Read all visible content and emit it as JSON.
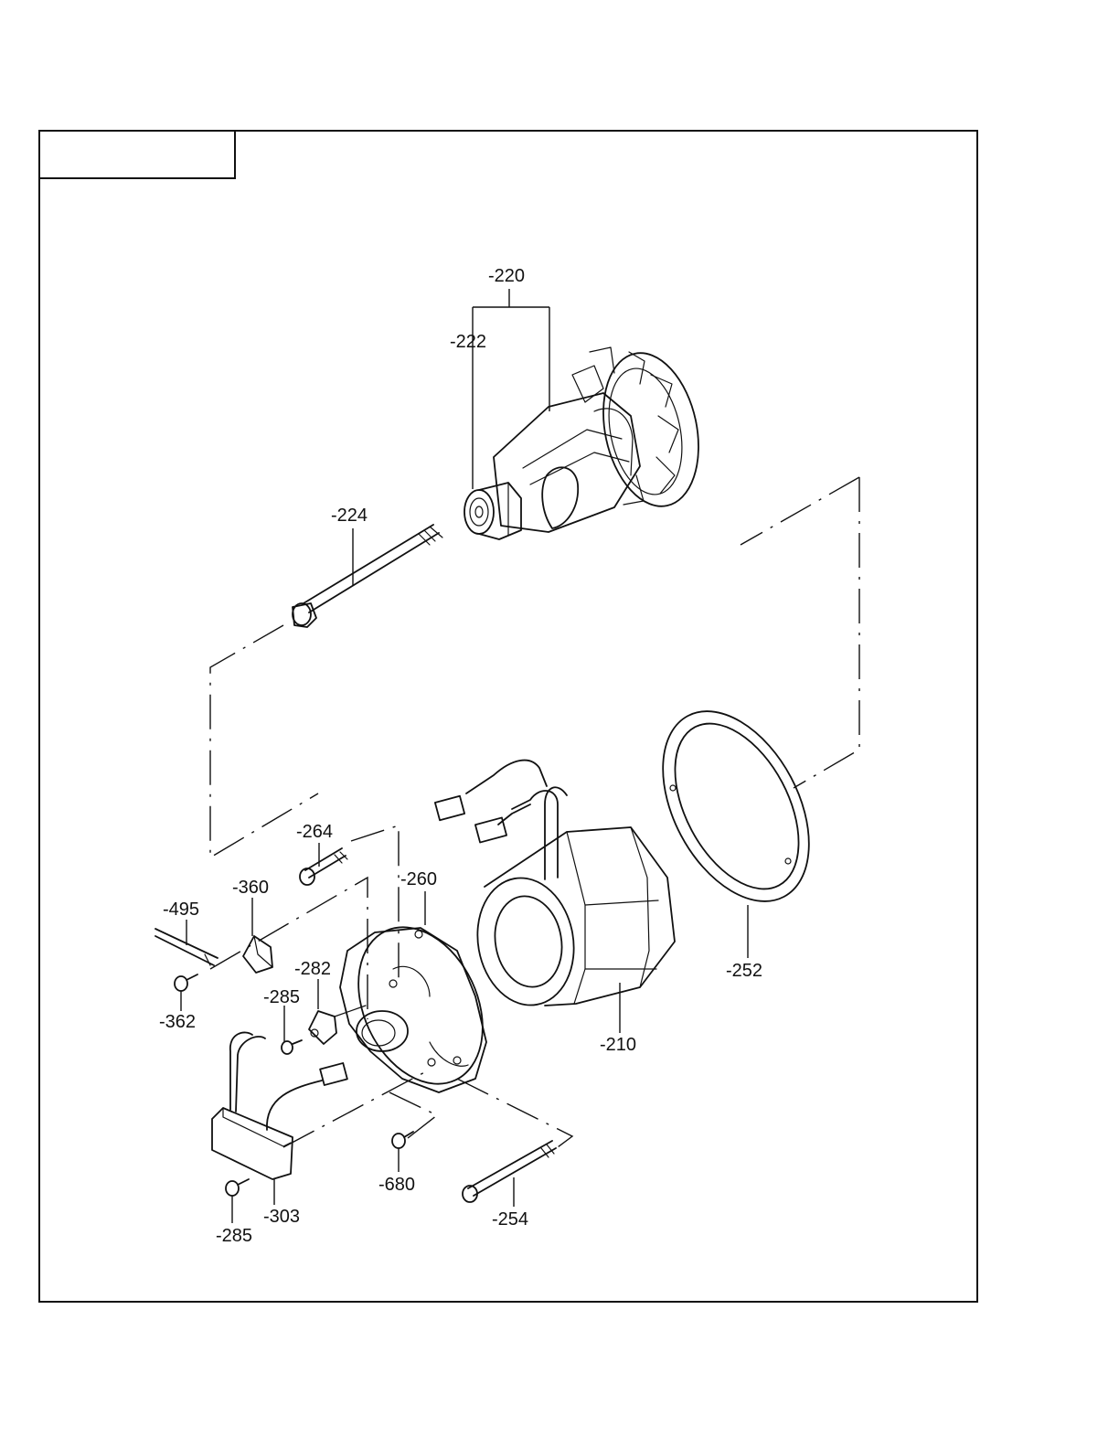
{
  "title_box": {
    "text": ""
  },
  "parts": [
    {
      "id": "p220",
      "label": "-220"
    },
    {
      "id": "p222",
      "label": "-222"
    },
    {
      "id": "p224",
      "label": "-224"
    },
    {
      "id": "p264",
      "label": "-264"
    },
    {
      "id": "p260",
      "label": "-260"
    },
    {
      "id": "p360",
      "label": "-360"
    },
    {
      "id": "p495",
      "label": "-495"
    },
    {
      "id": "p282",
      "label": "-282"
    },
    {
      "id": "p285a",
      "label": "-285"
    },
    {
      "id": "p362",
      "label": "-362"
    },
    {
      "id": "p252",
      "label": "-252"
    },
    {
      "id": "p210",
      "label": "-210"
    },
    {
      "id": "p680",
      "label": "-680"
    },
    {
      "id": "p254",
      "label": "-254"
    },
    {
      "id": "p303",
      "label": "-303"
    },
    {
      "id": "p285b",
      "label": "-285"
    }
  ]
}
